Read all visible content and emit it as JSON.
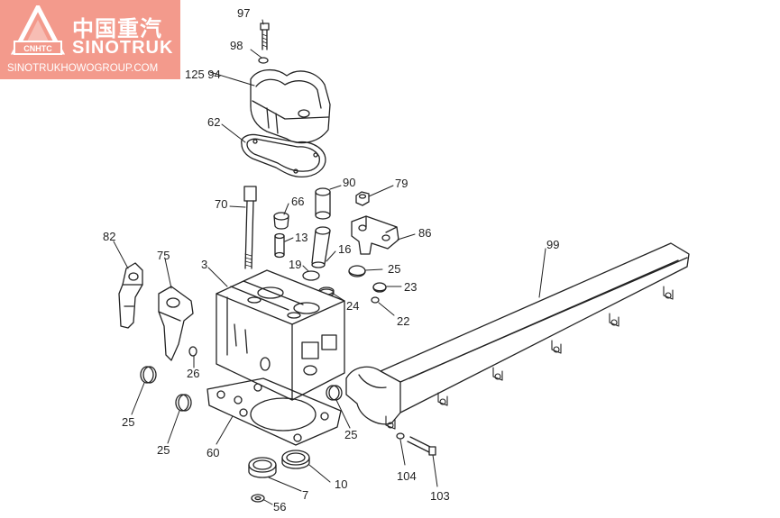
{
  "brand": {
    "name_cn": "中国重汽",
    "name_en": "SINOTRUK",
    "emblem_text": "CNHTC",
    "url": "SINOTRUKHOWOGROUP.COM",
    "color": "#f39a8c"
  },
  "callouts": [
    {
      "id": "97",
      "label": "97"
    },
    {
      "id": "98",
      "label": "98"
    },
    {
      "id": "125-94",
      "label": "125 94"
    },
    {
      "id": "62",
      "label": "62"
    },
    {
      "id": "90",
      "label": "90"
    },
    {
      "id": "79",
      "label": "79"
    },
    {
      "id": "70",
      "label": "70"
    },
    {
      "id": "66",
      "label": "66"
    },
    {
      "id": "86",
      "label": "86"
    },
    {
      "id": "82",
      "label": "82"
    },
    {
      "id": "13",
      "label": "13"
    },
    {
      "id": "99",
      "label": "99"
    },
    {
      "id": "75",
      "label": "75"
    },
    {
      "id": "16",
      "label": "16"
    },
    {
      "id": "3",
      "label": "3"
    },
    {
      "id": "19",
      "label": "19"
    },
    {
      "id": "25a",
      "label": "25"
    },
    {
      "id": "23",
      "label": "23"
    },
    {
      "id": "24",
      "label": "24"
    },
    {
      "id": "22",
      "label": "22"
    },
    {
      "id": "26",
      "label": "26"
    },
    {
      "id": "25b",
      "label": "25"
    },
    {
      "id": "25c",
      "label": "25"
    },
    {
      "id": "25d",
      "label": "25"
    },
    {
      "id": "60",
      "label": "60"
    },
    {
      "id": "10",
      "label": "10"
    },
    {
      "id": "7",
      "label": "7"
    },
    {
      "id": "104",
      "label": "104"
    },
    {
      "id": "103",
      "label": "103"
    },
    {
      "id": "56",
      "label": "56"
    }
  ]
}
